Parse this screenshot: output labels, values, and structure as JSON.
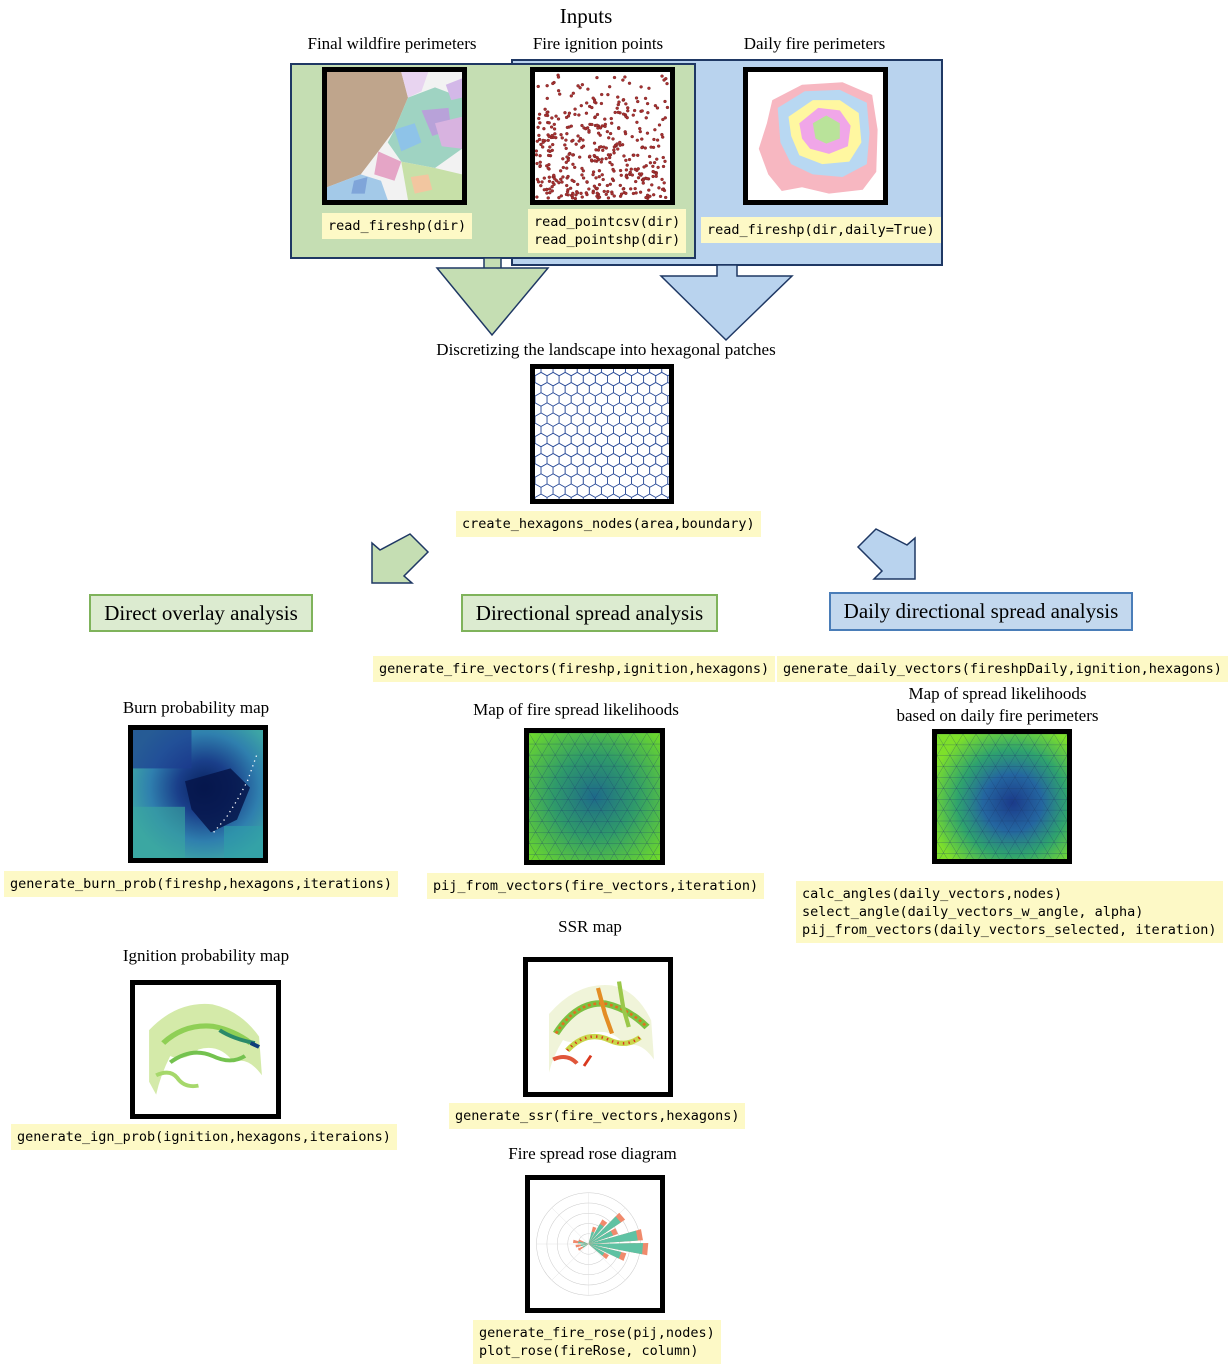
{
  "inputs": {
    "title": "Inputs",
    "final_perimeters": {
      "label": "Final wildfire perimeters",
      "code": "read_fireshp(dir)"
    },
    "ignition_points": {
      "label": "Fire ignition points",
      "code": "read_pointcsv(dir)\nread_pointshp(dir)"
    },
    "daily_perimeters": {
      "label": "Daily fire perimeters",
      "code": "read_fireshp(dir,daily=True)"
    }
  },
  "discretize": {
    "label": "Discretizing the landscape into hexagonal patches",
    "code": "create_hexagons_nodes(area,boundary)"
  },
  "sections": {
    "direct": "Direct overlay analysis",
    "directional": "Directional spread analysis",
    "daily": "Daily directional spread analysis"
  },
  "directional_vectors_code": "generate_fire_vectors(fireshp,ignition,hexagons)",
  "daily_vectors_code": "generate_daily_vectors(fireshpDaily,ignition,hexagons)",
  "burn_prob": {
    "label": "Burn probability map",
    "code": "generate_burn_prob(fireshp,hexagons,iterations)"
  },
  "ign_prob": {
    "label": "Ignition probability map",
    "code": "generate_ign_prob(ignition,hexagons,iteraions)"
  },
  "spread_map": {
    "label": "Map of fire spread likelihoods",
    "code": "pij_from_vectors(fire_vectors,iteration)"
  },
  "ssr_map": {
    "label": "SSR map",
    "code": "generate_ssr(fire_vectors,hexagons)"
  },
  "rose": {
    "label": "Fire spread rose diagram",
    "code": "generate_fire_rose(pij,nodes)\nplot_rose(fireRose, column)"
  },
  "daily_map": {
    "label_line1": "Map of spread likelihoods",
    "label_line2": "based on daily fire perimeters",
    "code": "calc_angles(daily_vectors,nodes)\nselect_angle(daily_vectors_w_angle, alpha)\npij_from_vectors(daily_vectors_selected, iteration)"
  },
  "colors": {
    "green_fill": "#c5deb3",
    "green_stroke": "#1f3864",
    "blue_fill": "#b9d3ee",
    "code_bg": "#fdf9c6"
  }
}
